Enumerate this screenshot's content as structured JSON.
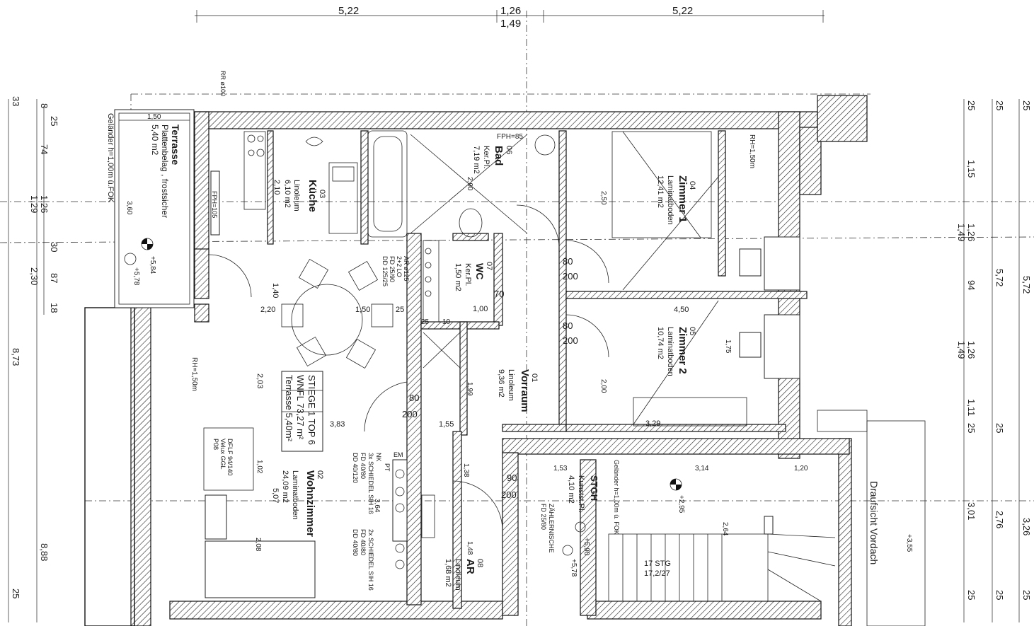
{
  "dimensions_top": {
    "left": "5,22",
    "mid_a": "1,26",
    "mid_b": "1,49",
    "right": "5,22"
  },
  "dims_left": [
    "33",
    "8",
    "25",
    "74",
    "1,26",
    "1,29",
    "30",
    "2,30",
    "87",
    "18",
    "8,73",
    "8,88",
    "25"
  ],
  "dims_right_a": [
    "25",
    "1,15",
    "1,26",
    "1,49",
    "94",
    "1,26",
    "1,49",
    "1,11",
    "25",
    "3,01",
    "25"
  ],
  "dims_right_b": [
    "25",
    "5,72",
    "25",
    "2,76",
    "25"
  ],
  "dims_right_c": [
    "25",
    "5,72",
    "3,26",
    "25"
  ],
  "labels": {
    "rr": "RR ø100",
    "gelaender": "Geländer h=1,00m ü.FOK",
    "terrasse_title": "Terrasse",
    "terrasse_sub": "Plattenbelag , frostsicher",
    "terrasse_area": "5,40 m2",
    "terr_150": "1,50",
    "terr_360": "3,60",
    "lvl_584": "+5,84",
    "lvl_578": "+5,78",
    "kueche_no": "03",
    "kueche_title": "Küche",
    "kueche_mat": "Linoleum",
    "kueche_area": "6,10 m2",
    "kueche_210": "2,10",
    "fph105": "FPH=105",
    "bad_no": "06",
    "bad_title": "Bad",
    "bad_mat": "Ker.Pl.",
    "bad_area": "7,19 m2",
    "fph85": "FPH=85",
    "z1_no": "04",
    "z1_title": "Zimmer 1",
    "z1_mat": "Laminatboden",
    "z1_area": "12,41 m2",
    "rh150": "RH=1,50m",
    "z2_no": "05",
    "z2_title": "Zimmer 2",
    "z2_mat": "Laminatboden",
    "z2_area": "10,74 m2",
    "wc_no": "07",
    "wc_title": "WC",
    "wc_mat": "Ker.Pl.",
    "wc_area": "1,50 m2",
    "vr_no": "01",
    "vr_title": "Vorraum",
    "vr_mat": "Linoleum",
    "vr_area": "9,36 m2",
    "wz_no": "02",
    "wz_title": "Wohnzimmer",
    "wz_mat": "Laminatboden",
    "wz_area": "24,09 m2",
    "wz_507": "5,07",
    "stiege": "STIEGE 1 TOP 6",
    "wnfl": "WNFL 73,27 m²",
    "terr_area2": "Terrasse 5,40m²",
    "ar_spec": "AR ø125",
    "ar_spec2": "2+2 LO",
    "ar_spec3": "FD 25/90",
    "ar_spec4": "DD 125/25",
    "nk": "NK",
    "nk2": "3x SCHIEDEL SIH 16",
    "nk3": "FD 40/80",
    "nk4": "DD 40/120",
    "nk5": "2x SCHIEDEL SIH 16",
    "nk6": "FD 40/80",
    "nk7": "DD 40/80",
    "ar_no": "08",
    "ar_title": "AR",
    "ar_mat": "Linoleum",
    "ar_area": "1,68 m2",
    "stgh_title": "STGH",
    "stgh_mat": "Kunstst.Pl.",
    "stgh_area": "4,10 m2",
    "stgh_gel": "Geländer h=1,00m ü. FOK",
    "stgh_zaehler": "ZÄHLERNISCHE",
    "stgh_fd": "FD 25/80",
    "lvl_590": "+5,90",
    "lvl_578b": "+5,78",
    "lvl_295": "+2,95",
    "lvl_355": "+3,55",
    "stg": "17 STG",
    "stg2": "17,2/27",
    "draufsicht": "Draufsicht Vordach",
    "dflf": "DFLF 94/140",
    "velux": "Velux GGL",
    "p08": "P08",
    "d_220": "2,20",
    "d_150": "1,50",
    "d_25": "25",
    "d_140": "1,40",
    "d_203": "2,03",
    "d_383": "3,83",
    "d_155": "1,55",
    "d_80": "80",
    "d_200": "200",
    "d_450": "4,50",
    "d_329": "3,29",
    "d_314": "3,14",
    "d_120": "1,20",
    "d_250": "2,50",
    "d_200b": "2,00",
    "d_175": "1,75",
    "d_199": "1,99",
    "d_100": "1,00",
    "d_70": "70",
    "d_10": "10",
    "d_90": "90",
    "d_290": "2,90",
    "d_102": "1,02",
    "d_208": "2,08",
    "d_264": "2,64",
    "d_153": "1,53",
    "d_364": "3,64",
    "d_148": "1,48",
    "d_138": "1,38",
    "em": "EM",
    "pt": "PT"
  }
}
